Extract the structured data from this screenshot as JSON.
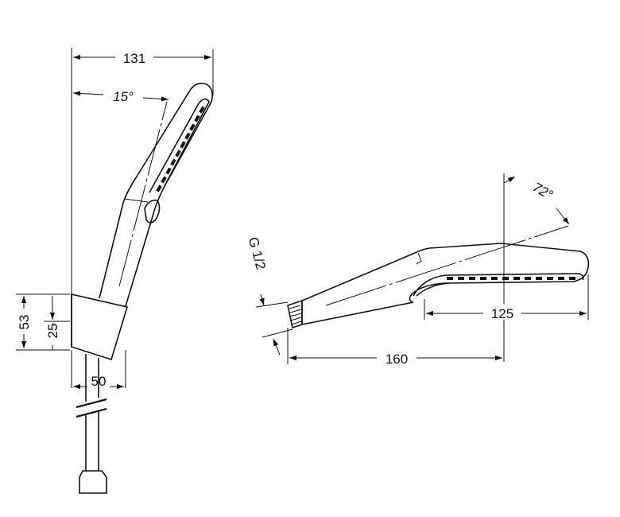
{
  "views": {
    "side": {
      "dim_width": "131",
      "dim_angle": "15°",
      "dim_height_outer": "53",
      "dim_height_inner": "25",
      "dim_bracket_width": "50"
    },
    "top": {
      "dim_thread": "G 1/2",
      "dim_angle": "72°",
      "dim_head_length": "125",
      "dim_total_length": "160"
    }
  },
  "colors": {
    "line": "#111111",
    "background": "#ffffff"
  }
}
